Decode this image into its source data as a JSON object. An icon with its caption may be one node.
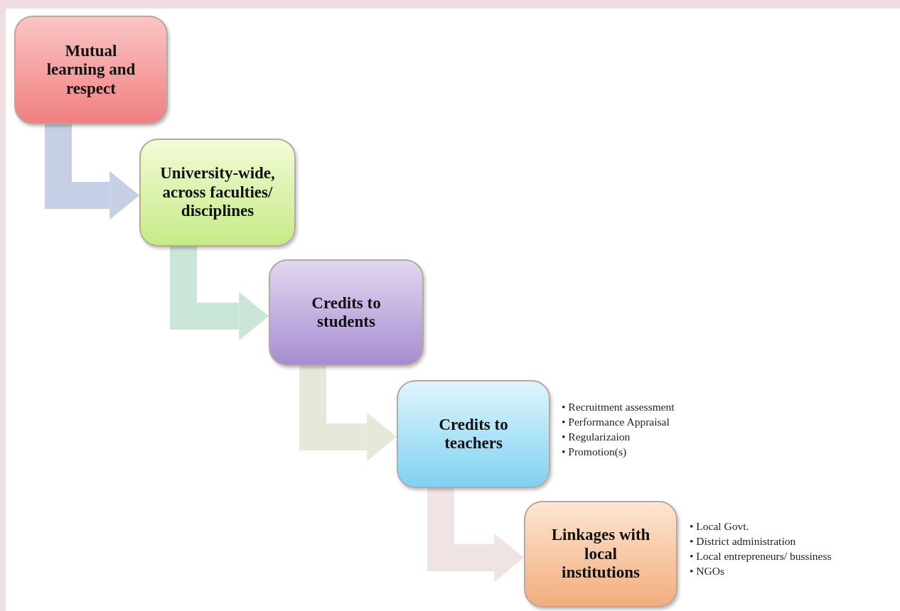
{
  "diagram": {
    "nodes": [
      {
        "text": [
          "Mutual learning and respect"
        ]
      },
      {
        "text": [
          "University-wide, across faculties/ disciplines"
        ]
      },
      {
        "text": [
          "Credits to students"
        ]
      },
      {
        "text": [
          "Credits to teachers"
        ],
        "beside": [
          "• Recruitment assessment",
          "• Performance Appraisal",
          "• Regularizaion",
          "• Promotion(s)"
        ]
      },
      {
        "text": [
          "Linkages with local institutions"
        ],
        "beside": [
          "• Local Govt.",
          "• District administration",
          "• Local entrepreneurs/ bussiness",
          "• NGOs"
        ]
      }
    ],
    "edges": [
      {
        "from": 0,
        "to": 1,
        "arrow": "to",
        "color": "#c6cfe6"
      },
      {
        "from": 1,
        "to": 2,
        "arrow": "to",
        "color": "#c9e6d9"
      },
      {
        "from": 2,
        "to": 3,
        "arrow": "to",
        "color": "#e6e9d9"
      },
      {
        "from": 3,
        "to": 4,
        "arrow": "to",
        "color": "#f0e3e3"
      }
    ]
  }
}
